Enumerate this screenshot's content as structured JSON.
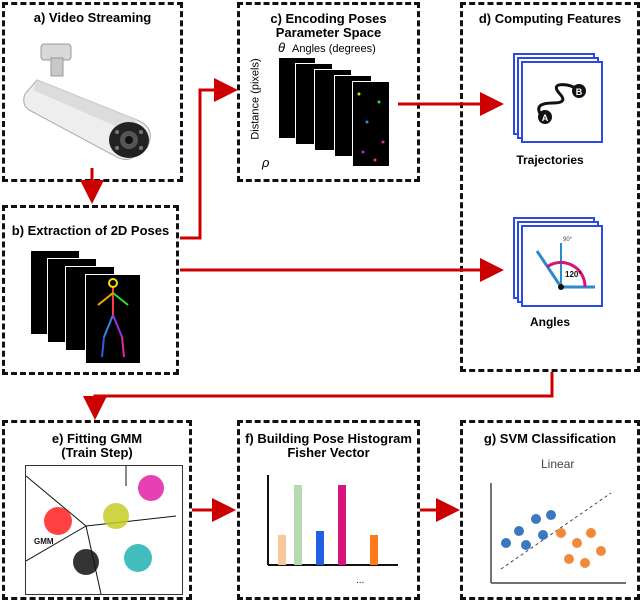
{
  "panels": {
    "a": {
      "title": "a) Video Streaming"
    },
    "b": {
      "title": "b) Extraction of 2D Poses"
    },
    "c": {
      "title_line1": "c) Encoding Poses",
      "title_line2": "Parameter Space",
      "theta_symbol": "θ",
      "theta_label": "Angles (degrees)",
      "rho_symbol": "ρ",
      "rho_label": "Distance (pixels)"
    },
    "d": {
      "title": "d) Computing Features",
      "trajectories_label": "Trajectories",
      "angles_label": "Angles",
      "marker_a": "A",
      "marker_b": "B",
      "angle_90": "90°",
      "angle_120": "120°"
    },
    "e": {
      "title_line1": "e) Fitting GMM",
      "title_line2": "(Train Step)",
      "gmm_label": "GMM"
    },
    "f": {
      "title_line1": "f) Building Pose Histogram",
      "title_line2": "Fisher Vector",
      "ellipsis": "..."
    },
    "g": {
      "title": "g) SVM Classification",
      "linear_label": "Linear"
    }
  },
  "colors": {
    "arrow": "#cc0000",
    "card_border": "#2a49e8",
    "cluster_colors": [
      "#e0119f",
      "#ff2020",
      "#c6cc22",
      "#111111",
      "#21b3b3"
    ],
    "hist_bars": [
      "#f8c89a",
      "#b9d9b0",
      "#1f5fe0",
      "#d5157a",
      "#ff7a1a"
    ],
    "svm_blue": "#3a78c2",
    "svm_orange": "#f08a3a"
  }
}
